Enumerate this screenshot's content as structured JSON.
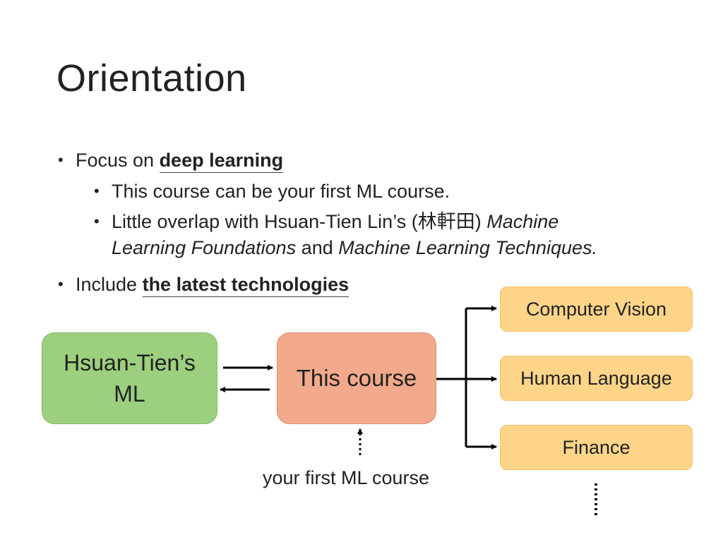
{
  "title": "Orientation",
  "bullets": {
    "b1_prefix": "Focus on ",
    "b1_emph": "deep learning",
    "s1": "This course can be your first ML course.",
    "s2_prefix": "Little overlap with Hsuan-Tien Lin’s (林軒田) ",
    "s2_ital1": "Machine",
    "s2_ital2": "Learning Foundations",
    "s2_and": " and ",
    "s2_ital3": "Machine Learning Techniques.",
    "b2_prefix": "Include ",
    "b2_emph": "the latest technologies",
    "bullet_glyph": "•"
  },
  "diagram": {
    "left_box_line1": "Hsuan-Tien’s",
    "left_box_line2": "ML",
    "center_box": "This course",
    "right_boxes": [
      "Computer Vision",
      "Human Language",
      "Finance"
    ],
    "caption": "your first ML course"
  },
  "colors": {
    "green_box": "#9ccf7e",
    "salmon_box": "#f2a98c",
    "yellow_box": "#fdd488",
    "arrow": "#000000"
  }
}
